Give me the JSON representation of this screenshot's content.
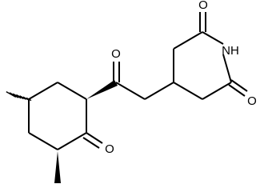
{
  "molecule": {
    "atoms": {
      "oxygen_label": "O",
      "nitrogen_label": "NH"
    },
    "colors": {
      "bond": "#000000",
      "background": "#ffffff"
    },
    "stereo_bonds": [
      "wedge",
      "hash"
    ],
    "ring_count": 2
  }
}
